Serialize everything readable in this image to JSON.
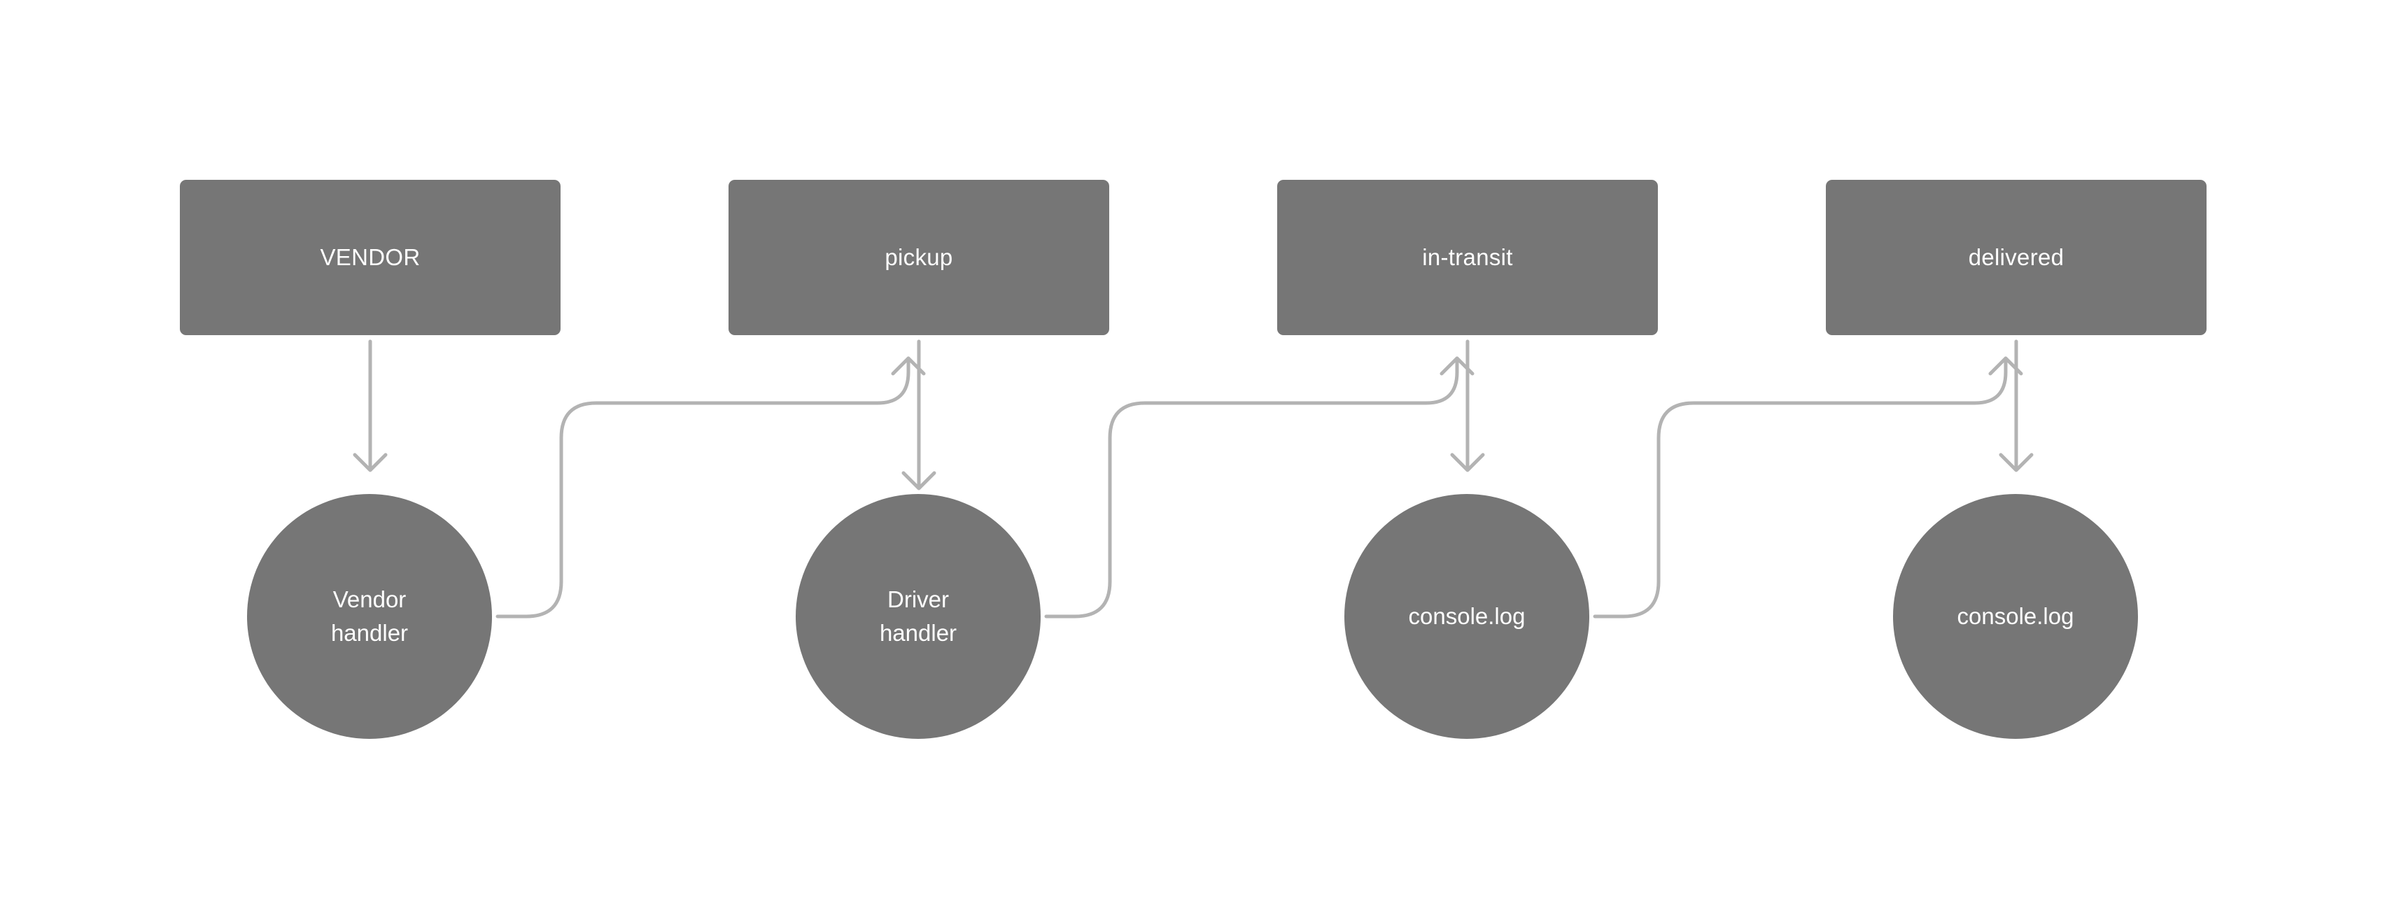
{
  "states": [
    {
      "label": "VENDOR"
    },
    {
      "label": "pickup"
    },
    {
      "label": "in-transit"
    },
    {
      "label": "delivered"
    }
  ],
  "handlers": [
    {
      "line1": "Vendor",
      "line2": "handler"
    },
    {
      "line1": "Driver",
      "line2": "handler"
    },
    {
      "line1": "console.log",
      "line2": ""
    },
    {
      "line1": "console.log",
      "line2": ""
    }
  ],
  "colors": {
    "node_fill": "#767676",
    "connector": "#b3b3b3",
    "text": "#ffffff",
    "background": "#ffffff"
  }
}
